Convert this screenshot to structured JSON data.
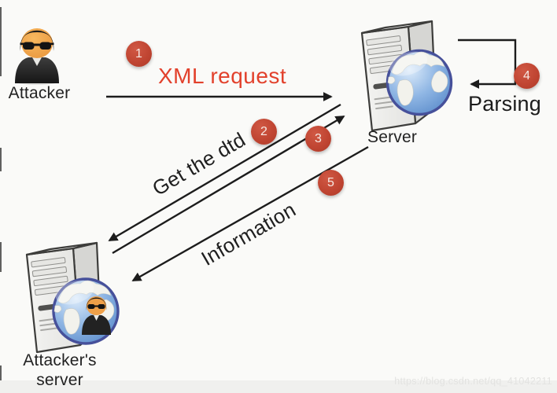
{
  "actors": {
    "attacker": {
      "label": "Attacker"
    },
    "server": {
      "label": "Server"
    },
    "attackers_server": {
      "line1": "Attacker's",
      "line2": "server"
    }
  },
  "flows": {
    "xml_request": "XML request",
    "get_the_dtd": "Get the dtd",
    "parsing": "Parsing",
    "information": "Information"
  },
  "steps": [
    {
      "num": "1"
    },
    {
      "num": "2"
    },
    {
      "num": "3"
    },
    {
      "num": "4"
    },
    {
      "num": "5"
    }
  ],
  "watermark": "https://blog.csdn.net/qq_41042211",
  "colors": {
    "badge": "#c04532",
    "xml_request_text": "#e2412c",
    "arrow": "#1c1c1c",
    "background": "#fafaf8",
    "watermark_text": "#e3e3e1"
  }
}
